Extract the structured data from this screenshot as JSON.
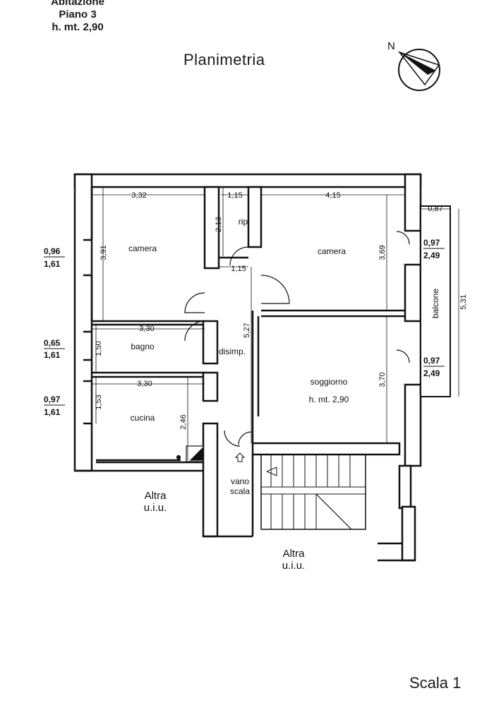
{
  "header": {
    "line1": "Abitazione",
    "line2": "Piano 3",
    "line3": "h. mt. 2,90"
  },
  "title": "Planimetria",
  "north_label": "N",
  "scale_label": "Scala 1",
  "rooms": {
    "camera_left": "camera",
    "rip": "rip.",
    "camera_right": "camera",
    "bagno": "bagno",
    "disimp": "disimp.",
    "soggiorno": "soggiorno",
    "soggiorno_height": "h. mt. 2,90",
    "cucina": "cucina",
    "vano": "vano",
    "scala": "scala",
    "balcone": "balcone"
  },
  "dimensions": {
    "camera_left_w": "3,32",
    "camera_left_h": "3,91",
    "rip_w": "1,15",
    "rip_h": "2,13",
    "disimp_w": "1,15",
    "disimp_h": "5,27",
    "camera_right_w": "4,15",
    "camera_right_h": "3,69",
    "bagno_w": "3,30",
    "bagno_h": "1,50",
    "cucina_w": "3,30",
    "cucina_h": "1,53",
    "cucina_h2": "2,46",
    "soggiorno_h": "3,70",
    "balcone_w": "0,87",
    "balcone_l": "5,31"
  },
  "windows": {
    "w1_top": "0,96",
    "w1_bot": "1,61",
    "w2_top": "0,65",
    "w2_bot": "1,61",
    "w3_top": "0,97",
    "w3_bot": "1,61",
    "w4_top": "0,97",
    "w4_bot": "2,49",
    "w5_top": "0,97",
    "w5_bot": "2,49"
  },
  "adjacent": {
    "left_line1": "Altra",
    "left_line2": "u.i.u.",
    "bottom_line1": "Altra",
    "bottom_line2": "u.i.u."
  }
}
